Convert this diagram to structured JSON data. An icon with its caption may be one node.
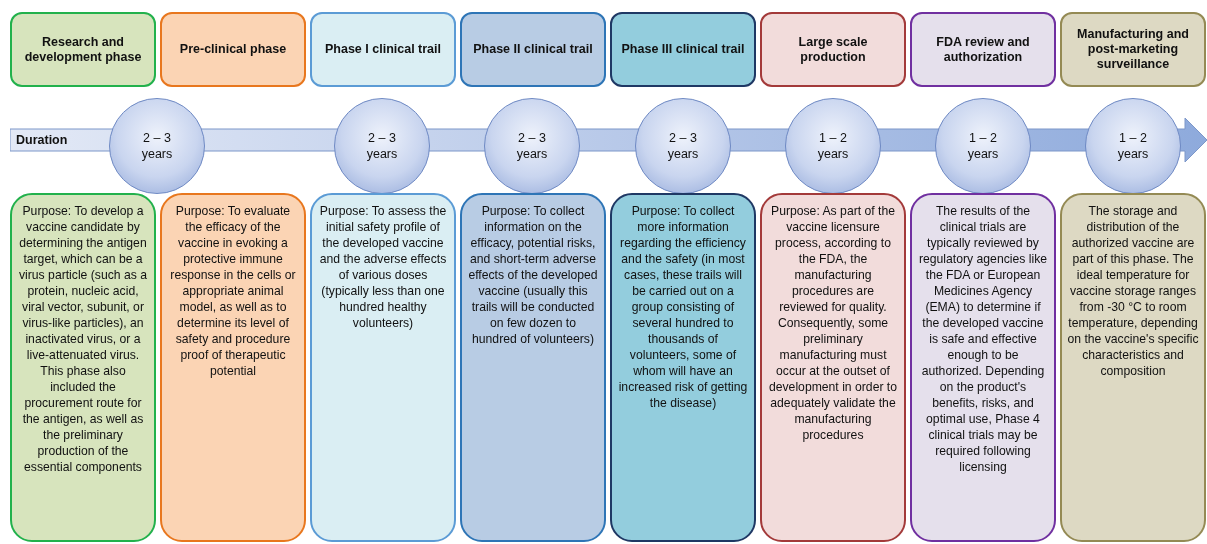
{
  "diagram": {
    "nodes": [
      {
        "text": [
          "Research and development phase"
        ]
      },
      {
        "text": [
          "Pre-clinical phase"
        ]
      },
      {
        "text": [
          "Phase I clinical trail"
        ]
      },
      {
        "text": [
          "Phase II clinical trail"
        ]
      },
      {
        "text": [
          "Phase III clinical trail"
        ]
      },
      {
        "text": [
          "Large scale production"
        ]
      },
      {
        "text": [
          "FDA review and authorization"
        ]
      },
      {
        "text": [
          "Manufacturing and post-marketing surveillance"
        ]
      },
      {
        "text": [
          "Duration"
        ]
      },
      {
        "text": [
          "2 – 3 years"
        ]
      },
      {
        "text": [
          "2 – 3 years"
        ]
      },
      {
        "text": [
          "2 – 3 years"
        ]
      },
      {
        "text": [
          "2 – 3 years"
        ]
      },
      {
        "text": [
          "1 – 2 years"
        ]
      },
      {
        "text": [
          "1 – 2 years"
        ]
      },
      {
        "text": [
          "1 – 2 years"
        ]
      },
      {
        "text": [
          "Purpose: To develop a vaccine candidate by determining the antigen target, which can be a virus particle (such as a protein, nucleic acid, viral vector, subunit, or virus-like particles), an inactivated virus, or a live-attenuated virus. This phase also included the procurement route for the antigen, as well as the preliminary production of the essential components"
        ]
      },
      {
        "text": [
          "Purpose: To evaluate the efficacy of the vaccine in evoking a protective immune response in the cells or appropriate animal model,  as well as to determine its level of safety and procedure proof of therapeutic potential"
        ]
      },
      {
        "text": [
          "Purpose: To assess the initial safety profile of the developed vaccine and the adverse effects of various doses (typically less than one hundred healthy volunteers)"
        ]
      },
      {
        "text": [
          "Purpose: To collect information on the efficacy, potential risks, and short-term adverse effects of the developed vaccine (usually this trails will be conducted on few dozen to hundred of volunteers)"
        ]
      },
      {
        "text": [
          "Purpose: To collect more information regarding the efficiency and the safety (in most cases, these trails will be carried out on a group consisting of several hundred to thousands of volunteers, some of whom will have an increased risk of getting the disease)"
        ]
      },
      {
        "text": [
          "Purpose: As part of the vaccine licensure process, according to the FDA, the manufacturing procedures are reviewed for quality. Consequently, some preliminary manufacturing must occur at the outset of development in order to adequately validate the manufacturing procedures"
        ]
      },
      {
        "text": [
          "The results of the clinical trials are typically reviewed by regulatory agencies like the FDA or European Medicines Agency (EMA) to determine if the developed vaccine is safe and effective enough to be authorized. Depending on the product's benefits, risks, and optimal use, Phase 4 clinical trials may be required following licensing"
        ]
      },
      {
        "text": [
          "The storage and distribution of the authorized vaccine are part of this phase. The ideal temperature for vaccine storage ranges from -30 °C to room temperature, depending on the vaccine's specific characteristics and composition"
        ]
      }
    ]
  }
}
